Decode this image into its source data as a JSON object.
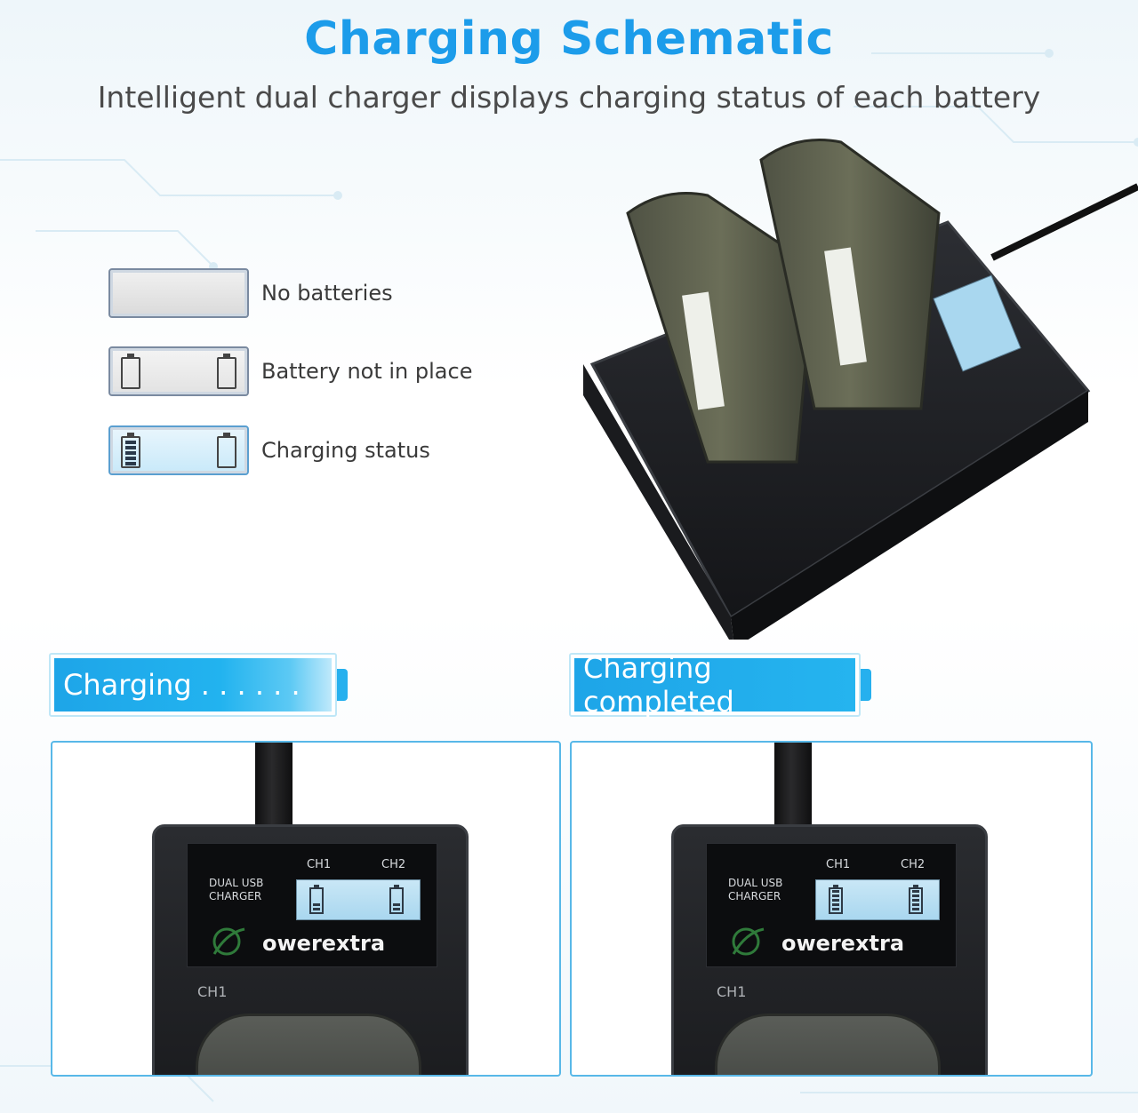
{
  "header": {
    "title": "Charging Schematic",
    "subtitle": "Intelligent dual charger displays charging status of each battery"
  },
  "legend": [
    {
      "label": "No batteries",
      "state": "empty"
    },
    {
      "label": "Battery not in place",
      "state": "not-in-place"
    },
    {
      "label": "Charging status",
      "state": "charging"
    }
  ],
  "banners": {
    "charging": "Charging . . . . . .",
    "completed": "Charging completed"
  },
  "device": {
    "ch1": "CH1",
    "ch2": "CH2",
    "model_line1": "DUAL USB",
    "model_line2": "CHARGER",
    "brand": "owerextra",
    "slot_label": "CH1"
  },
  "colors": {
    "accent": "#1c9cea",
    "panel_border": "#58b8e8",
    "lcd": "#c9e7f6"
  }
}
